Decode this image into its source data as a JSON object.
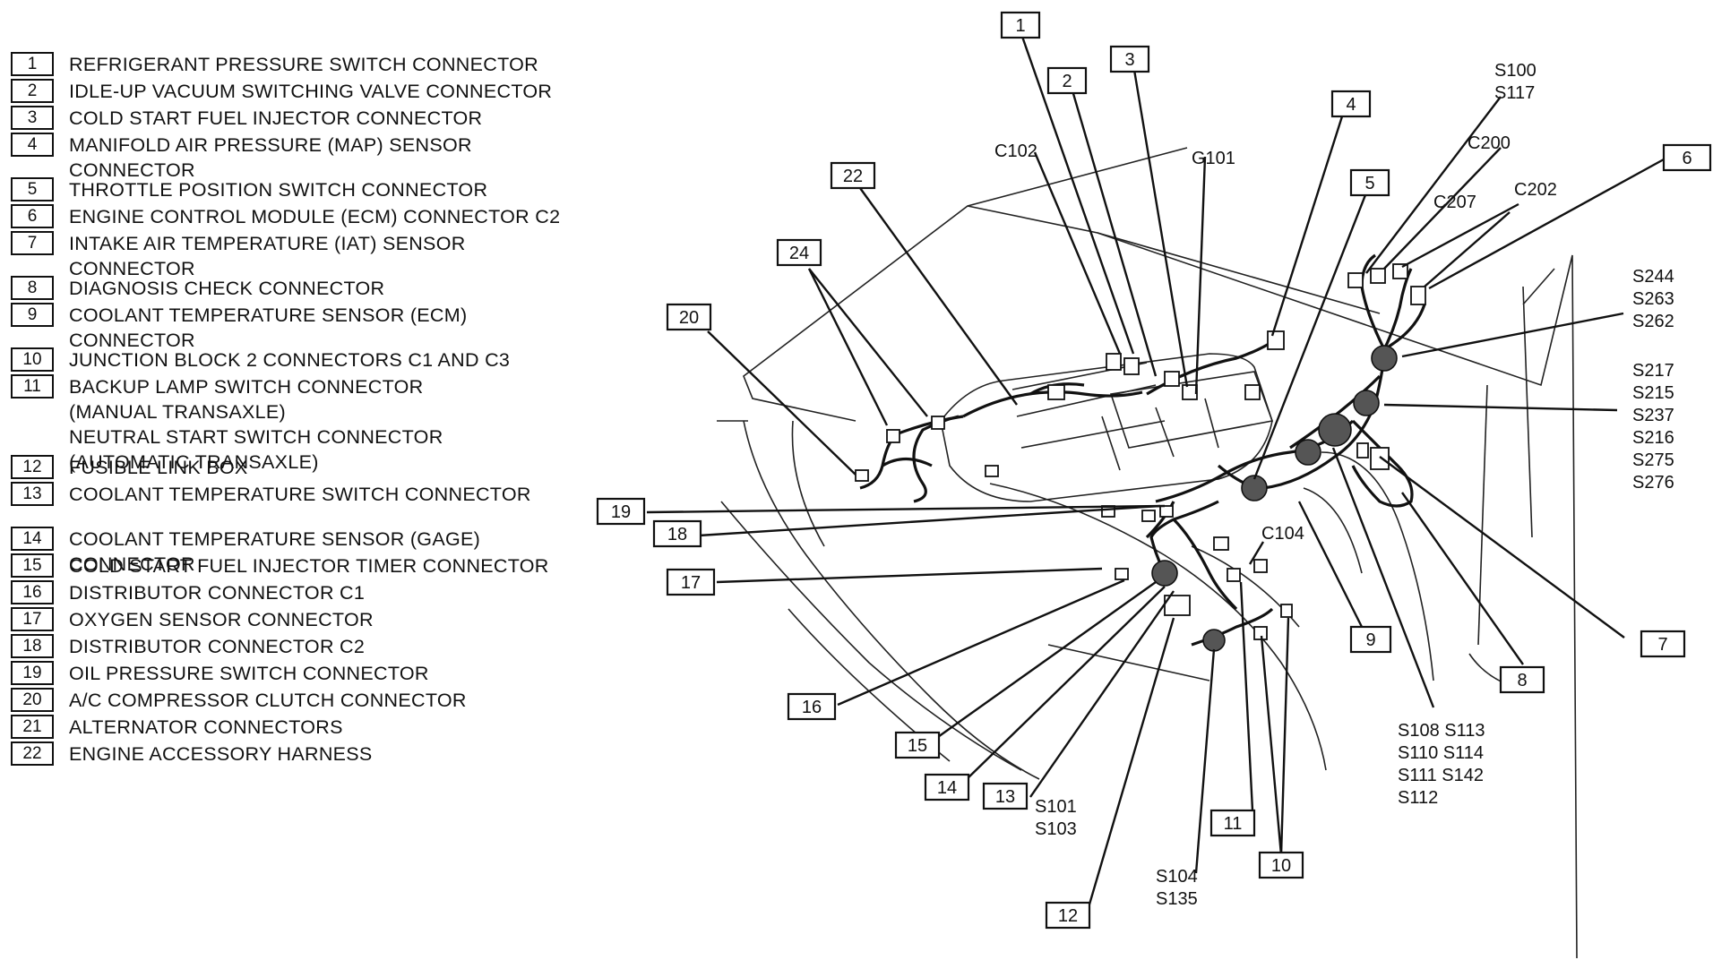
{
  "legend": [
    {
      "num": "1",
      "text": "REFRIGERANT PRESSURE SWITCH CONNECTOR"
    },
    {
      "num": "2",
      "text": "IDLE-UP VACUUM SWITCHING VALVE CONNECTOR"
    },
    {
      "num": "3",
      "text": "COLD START FUEL INJECTOR CONNECTOR"
    },
    {
      "num": "4",
      "text": "MANIFOLD AIR PRESSURE (MAP) SENSOR\nCONNECTOR"
    },
    {
      "num": "5",
      "text": "THROTTLE POSITION SWITCH CONNECTOR"
    },
    {
      "num": "6",
      "text": "ENGINE CONTROL MODULE (ECM) CONNECTOR C2"
    },
    {
      "num": "7",
      "text": "INTAKE AIR TEMPERATURE (IAT) SENSOR\nCONNECTOR"
    },
    {
      "num": "8",
      "text": "DIAGNOSIS CHECK CONNECTOR"
    },
    {
      "num": "9",
      "text": "COOLANT TEMPERATURE SENSOR (ECM)\nCONNECTOR"
    },
    {
      "num": "10",
      "text": "JUNCTION BLOCK 2 CONNECTORS C1 AND C3"
    },
    {
      "num": "11",
      "text": "BACKUP LAMP SWITCH CONNECTOR\n(MANUAL TRANSAXLE)\nNEUTRAL START SWITCH CONNECTOR\n(AUTOMATIC TRANSAXLE)"
    },
    {
      "num": "12",
      "text": "FUSIBLE LINK BOX"
    },
    {
      "num": "13",
      "text": "COOLANT TEMPERATURE SWITCH CONNECTOR"
    },
    {
      "num": "14",
      "text": "COOLANT TEMPERATURE SENSOR (GAGE)\nCONNECTOR"
    },
    {
      "num": "15",
      "text": "COLD START FUEL INJECTOR TIMER CONNECTOR"
    },
    {
      "num": "16",
      "text": "DISTRIBUTOR CONNECTOR C1"
    },
    {
      "num": "17",
      "text": "OXYGEN SENSOR CONNECTOR"
    },
    {
      "num": "18",
      "text": "DISTRIBUTOR CONNECTOR C2"
    },
    {
      "num": "19",
      "text": "OIL PRESSURE SWITCH CONNECTOR"
    },
    {
      "num": "20",
      "text": "A/C COMPRESSOR CLUTCH CONNECTOR"
    },
    {
      "num": "21",
      "text": "ALTERNATOR CONNECTORS"
    },
    {
      "num": "22",
      "text": "ENGINE ACCESSORY HARNESS"
    }
  ],
  "callouts": {
    "c1": "1",
    "c2": "2",
    "c3": "3",
    "c4": "4",
    "c5": "5",
    "c6": "6",
    "c7": "7",
    "c8": "8",
    "c9": "9",
    "c10": "10",
    "c11": "11",
    "c12": "12",
    "c13": "13",
    "c14": "14",
    "c15": "15",
    "c16": "16",
    "c17": "17",
    "c18": "18",
    "c19": "19",
    "c20": "20",
    "c22": "22",
    "c24": "24"
  },
  "labels": {
    "c102": "C102",
    "g101": "G101",
    "s100": "S100",
    "s117": "S117",
    "c200": "C200",
    "c207": "C207",
    "c202": "C202",
    "s244": "S244",
    "s263": "S263",
    "s262": "S262",
    "s217": "S217",
    "s215": "S215",
    "s237": "S237",
    "s216": "S216",
    "s275": "S275",
    "s276": "S276",
    "c104": "C104",
    "s108": "S108 S113",
    "s110": "S110 S114",
    "s111": "S111 S142",
    "s112": "S112",
    "s101": "S101",
    "s103": "S103",
    "s104": "S104",
    "s135": "S135"
  }
}
